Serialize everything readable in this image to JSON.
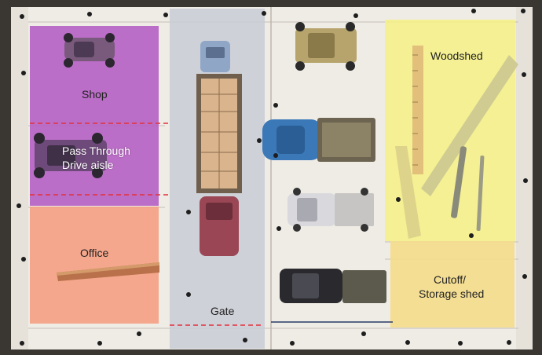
{
  "zones": {
    "shop": "Shop",
    "pass_through_line1": "Pass Through",
    "pass_through_line2": "Drive aisle",
    "office": "Office",
    "gate": "Gate",
    "woodshed": "Woodshed",
    "cutoff_line1": "Cutoff/",
    "cutoff_line2": "Storage shed"
  },
  "colors": {
    "background": "#3a3733",
    "board": "#eeebe4",
    "shop_zone": "#b25ec0",
    "office_zone": "#f4a080",
    "gate_zone": "#c9ccd6",
    "woodshed_zone": "#f3f08a",
    "cutoff_zone": "#f4de8e",
    "divider_dashes": "#e0303a"
  },
  "vehicles": [
    "hot-rod",
    "jeep",
    "flatbed-truck",
    "blue-pickup",
    "white-pickup",
    "black-pickup",
    "army-jeep"
  ],
  "tools": [
    "ruler",
    "triangle-ruler",
    "pen",
    "pencil"
  ]
}
